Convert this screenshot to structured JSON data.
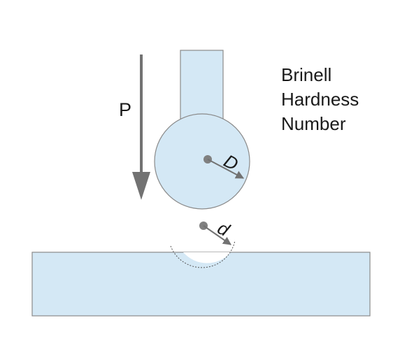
{
  "diagram": {
    "title_lines": [
      "Brinell",
      "Hardness",
      "Number"
    ],
    "force_label": "P",
    "ball_diameter_label": "D",
    "indent_diameter_label": "d",
    "colors": {
      "fill": "#d4e8f5",
      "outline": "#8a8a8a",
      "arrow": "#727272",
      "text": "#1a1a1a"
    }
  }
}
